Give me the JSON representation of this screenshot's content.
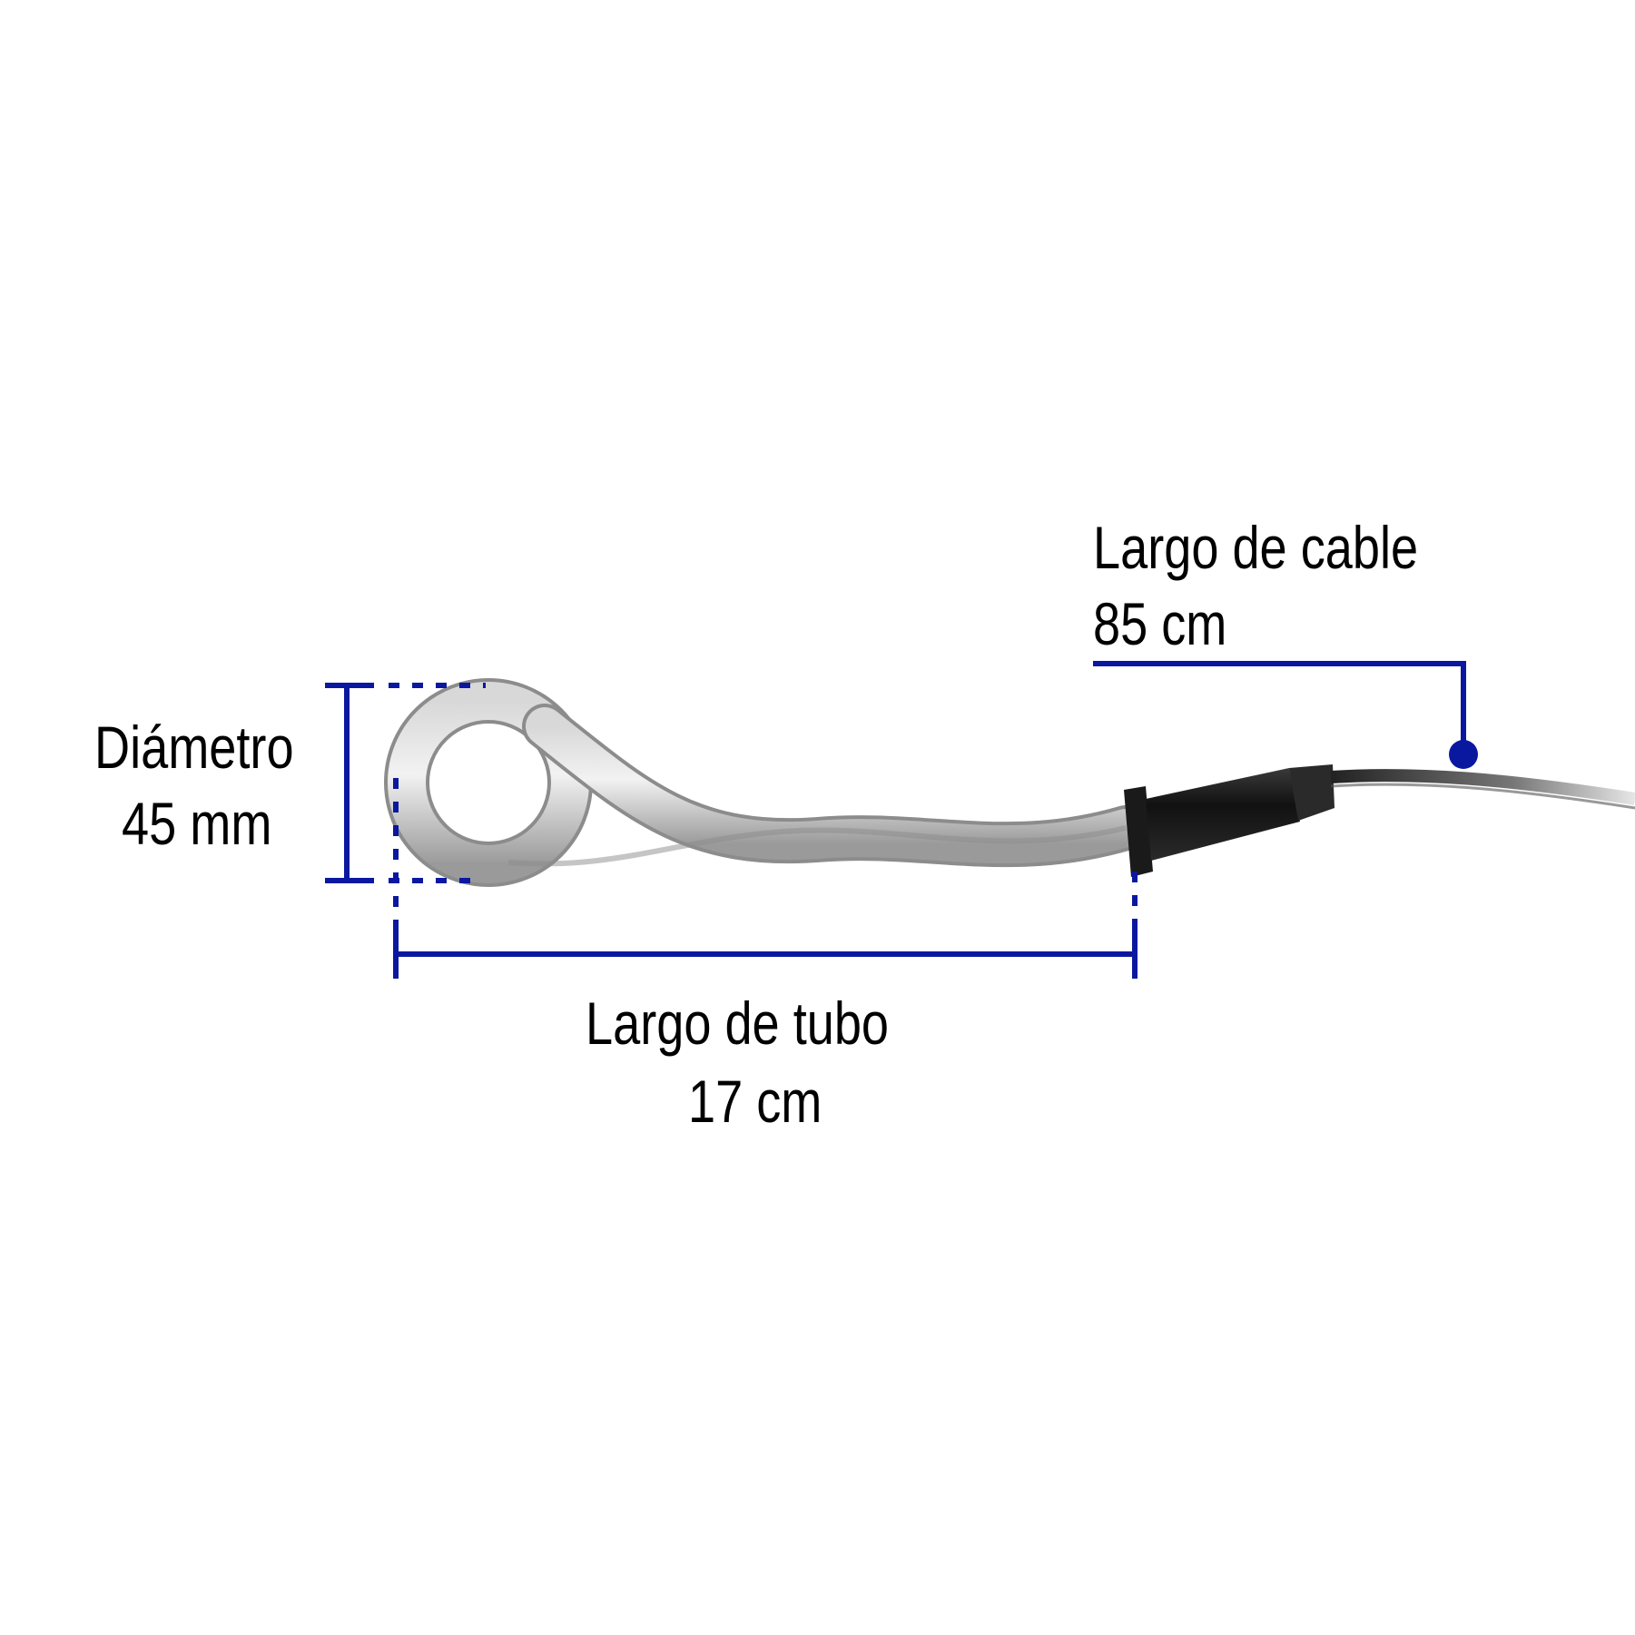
{
  "diagram": {
    "subject": "immersion-heater-coil",
    "accent_color": "#0a18a0",
    "text_color": "#000000",
    "background": "#ffffff"
  },
  "labels": {
    "diameter": {
      "title": "Diámetro",
      "value": "45 mm"
    },
    "tube_length": {
      "title": "Largo de tubo",
      "value": "17 cm"
    },
    "cable_length": {
      "title": "Largo de cable",
      "value": "85 cm"
    }
  }
}
